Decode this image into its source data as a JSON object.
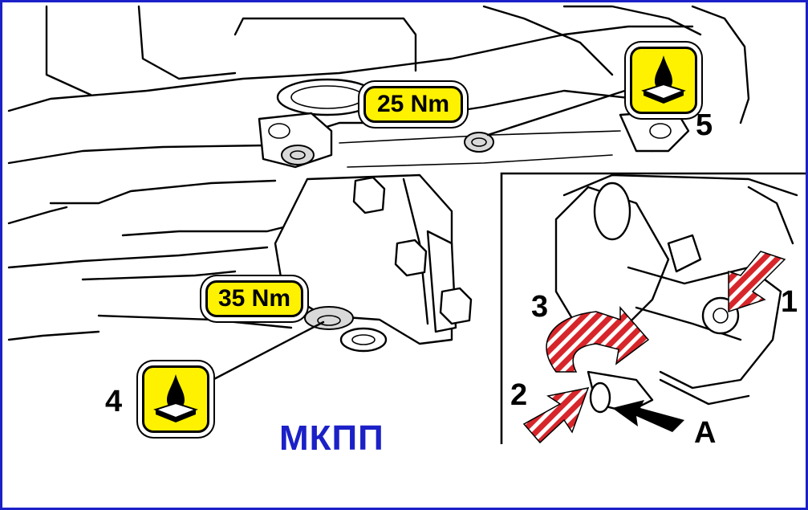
{
  "labels": {
    "torque_upper": "25 Nm",
    "torque_lower": "35 Nm",
    "callout_1": "1",
    "callout_2": "2",
    "callout_3": "3",
    "callout_4": "4",
    "callout_5": "5",
    "callout_A": "A",
    "caption": "МКПП"
  },
  "icons": {
    "oil_icon_upper": "oil-drop-sealant-icon",
    "oil_icon_lower": "oil-drop-sealant-icon"
  },
  "colors": {
    "frame": "#1b21c7",
    "torque_badge": "#fff200",
    "arrow_red": "#d7262b",
    "caption": "#1b21c7"
  }
}
